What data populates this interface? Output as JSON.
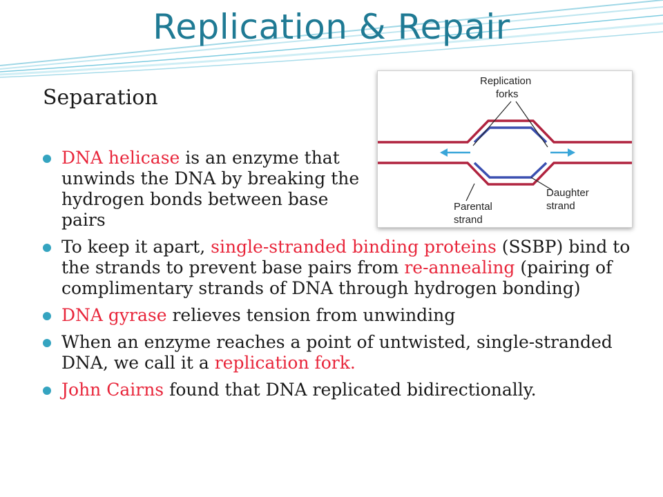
{
  "title": "Replication & Repair",
  "subtitle": "Separation",
  "colors": {
    "title": "#1f7a94",
    "highlight": "#e8253a",
    "bullet": "#35a4c0",
    "parental_strand": "#b0233f",
    "daughter_strand": "#3a4fb0",
    "arrow": "#3aa6d9"
  },
  "figure": {
    "labels": {
      "replication_forks_1": "Replication",
      "replication_forks_2": "forks",
      "daughter_1": "Daughter",
      "daughter_2": "strand",
      "parental_1": "Parental",
      "parental_2": "strand"
    }
  },
  "bullets": [
    {
      "highlight": "DNA helicase",
      "text_after": " is an enzyme that unwinds the DNA by breaking the hydrogen bonds between base pairs"
    },
    {
      "text_before": "To keep it apart, ",
      "highlight": "single-stranded binding proteins",
      "text_mid": " (SSBP) bind to the strands to prevent base pairs from ",
      "highlight2": "re-annealing",
      "text_after": " (pairing of complimentary strands of DNA through hydrogen bonding)"
    },
    {
      "highlight": "DNA gyrase",
      "text_after": " relieves tension from unwinding"
    },
    {
      "text_before": "When an enzyme reaches a point of untwisted, single-stranded DNA, we call it a ",
      "highlight": "replication fork."
    },
    {
      "highlight": "John Cairns",
      "text_after": " found that DNA replicated bidirectionally."
    }
  ]
}
